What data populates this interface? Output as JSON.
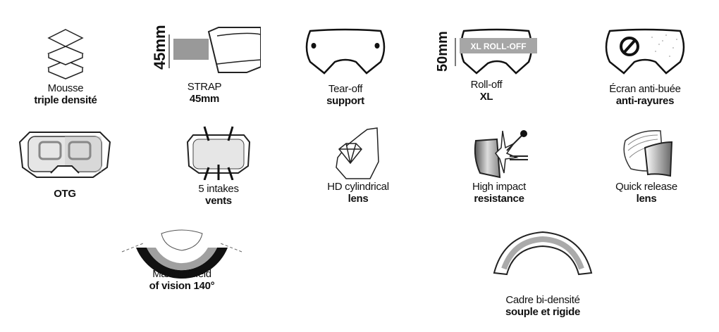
{
  "features": [
    {
      "line1": "Mousse",
      "line2": "triple densité",
      "icon": "foam-layers-icon"
    },
    {
      "line1": "STRAP",
      "line2": "45mm",
      "icon": "strap-icon",
      "dimension": "45",
      "unit": "mm"
    },
    {
      "line1": "Tear-off",
      "line2": "support",
      "icon": "tear-off-lens-icon"
    },
    {
      "line1": "Roll-off",
      "line2": "XL",
      "icon": "roll-off-icon",
      "dimension": "50",
      "unit": "mm",
      "badge": "XL ROLL-OFF"
    },
    {
      "line1": "Écran anti-buée",
      "line2": "anti-rayures",
      "icon": "anti-fog-lens-icon"
    },
    {
      "line1": "",
      "line2": "OTG",
      "icon": "otg-goggle-icon"
    },
    {
      "line1": "5 intakes",
      "line2": "vents",
      "icon": "vents-goggle-icon"
    },
    {
      "line1": "HD cylindrical",
      "line2": "lens",
      "icon": "diamond-lens-icon"
    },
    {
      "line1": "High impact",
      "line2": "resistance",
      "icon": "impact-lens-icon"
    },
    {
      "line1": "Quick release",
      "line2": "lens",
      "icon": "quick-release-icon"
    },
    {
      "line1": "Maximal field",
      "line2": "of vision 140°",
      "icon": "field-of-vision-icon"
    },
    {
      "line1": "Cadre bi-densité",
      "line2": "souple et rigide",
      "icon": "frame-icon"
    }
  ],
  "colors": {
    "ink": "#111111",
    "grey": "#999999",
    "light": "#d9d9d9"
  }
}
